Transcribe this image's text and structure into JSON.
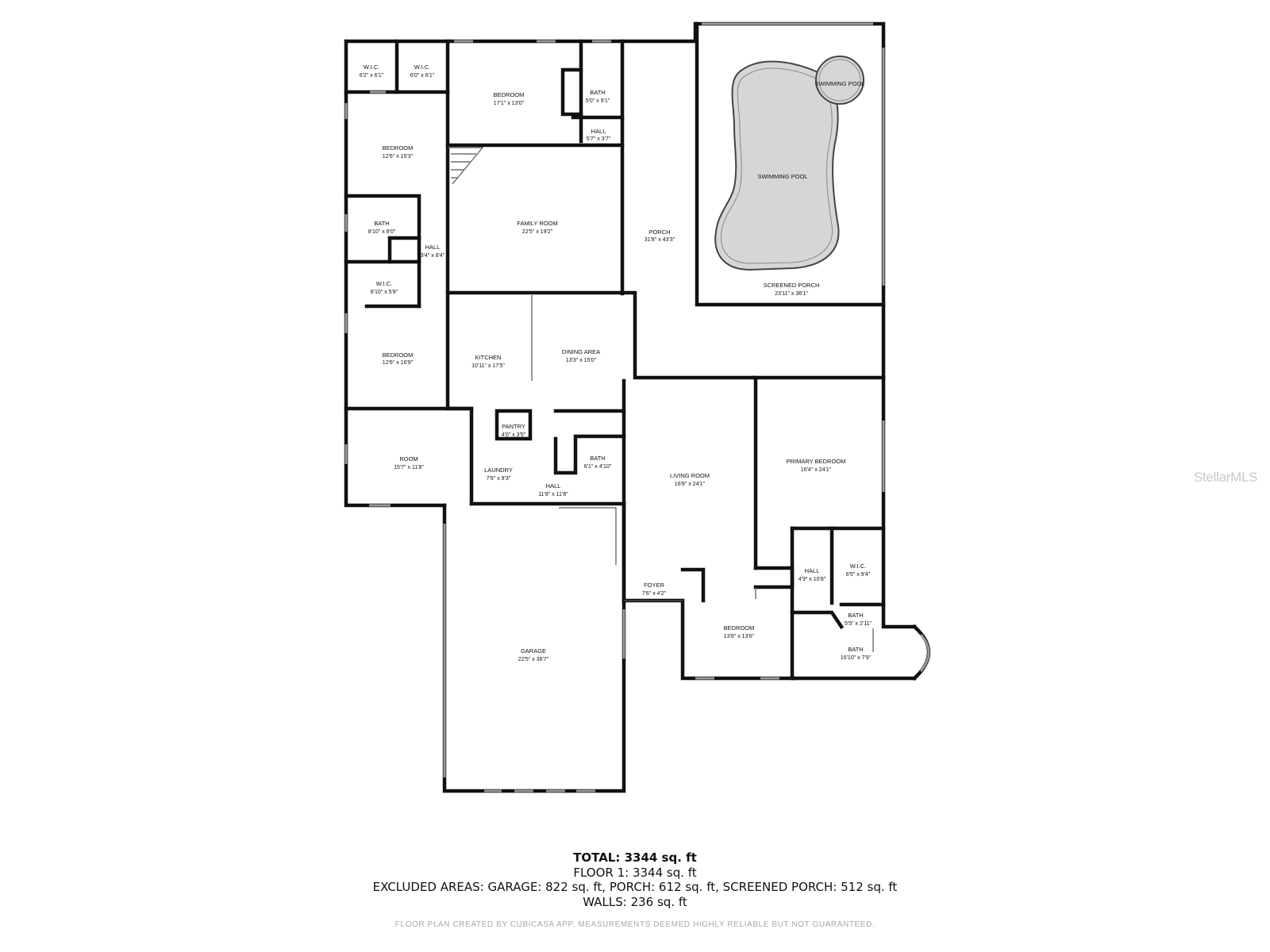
{
  "rooms": {
    "wic_1": {
      "name": "W.I.C.",
      "dims": "6'2\" x 6'1\""
    },
    "wic_2": {
      "name": "W.I.C.",
      "dims": "6'0\" x 6'1\""
    },
    "bedroom_top": {
      "name": "BEDROOM",
      "dims": "17'1\" x 13'0\""
    },
    "bath_top": {
      "name": "BATH",
      "dims": "5'0\" x 9'1\""
    },
    "hall_top": {
      "name": "HALL",
      "dims": "5'7\" x 3'7\""
    },
    "bedroom_west_upper": {
      "name": "BEDROOM",
      "dims": "12'6\" x 15'3\""
    },
    "family_room": {
      "name": "FAMILY ROOM",
      "dims": "22'5\" x 19'2\""
    },
    "bath_west": {
      "name": "BATH",
      "dims": "8'10\" x 8'0\""
    },
    "hall_west": {
      "name": "HALL",
      "dims": "3'4\" x 8'4\""
    },
    "wic_3": {
      "name": "W.I.C.",
      "dims": "8'10\" x 5'8\""
    },
    "bedroom_west_lower": {
      "name": "BEDROOM",
      "dims": "12'6\" x 16'9\""
    },
    "kitchen": {
      "name": "KITCHEN",
      "dims": "10'11\" x 17'5\""
    },
    "dining_area": {
      "name": "DINING AREA",
      "dims": "13'3\" x 15'0\""
    },
    "porch": {
      "name": "PORCH",
      "dims": "31'8\" x 43'3\""
    },
    "swimming_pool_main": {
      "name": "SWIMMING POOL",
      "dims": ""
    },
    "swimming_pool_spa": {
      "name": "SWIMMING POOL",
      "dims": ""
    },
    "screened_porch": {
      "name": "SCREENED PORCH",
      "dims": "23'11\" x 36'1\""
    },
    "room": {
      "name": "ROOM",
      "dims": "15'7\" x 11'8\""
    },
    "pantry": {
      "name": "PANTRY",
      "dims": "4'0\" x 3'5\""
    },
    "laundry": {
      "name": "LAUNDRY",
      "dims": "7'6\" x 9'3\""
    },
    "bath_center": {
      "name": "BATH",
      "dims": "6'1\" x 4'10\""
    },
    "hall_center": {
      "name": "HALL",
      "dims": "11'8\" x 11'8\""
    },
    "living_room": {
      "name": "LIVING ROOM",
      "dims": "16'8\" x 24'1\""
    },
    "primary_bedroom": {
      "name": "PRIMARY BEDROOM",
      "dims": "16'4\" x 24'1\""
    },
    "hall_east": {
      "name": "HALL",
      "dims": "4'9\" x 10'8\""
    },
    "wic_4": {
      "name": "W.I.C.",
      "dims": "6'5\" x 9'4\""
    },
    "foyer": {
      "name": "FOYER",
      "dims": "7'6\" x 4'2\""
    },
    "bath_small_east": {
      "name": "BATH",
      "dims": "5'5\" x 2'11\""
    },
    "bedroom_south": {
      "name": "BEDROOM",
      "dims": "13'8\" x 13'6\""
    },
    "bath_primary": {
      "name": "BATH",
      "dims": "16'10\" x 7'9\""
    },
    "garage": {
      "name": "GARAGE",
      "dims": "22'5\" x 36'7\""
    }
  },
  "summary": {
    "total": "TOTAL: 3344 sq. ft",
    "floor1": "FLOOR 1: 3344 sq. ft",
    "excluded": "EXCLUDED AREAS: GARAGE: 822 sq. ft, PORCH: 612 sq. ft, SCREENED PORCH: 512 sq. ft",
    "walls": "WALLS: 236 sq. ft"
  },
  "credit": "FLOOR PLAN CREATED BY CUBICASA APP. MEASUREMENTS DEEMED HIGHLY RELIABLE BUT NOT GUARANTEED.",
  "watermark": "StellarMLS",
  "colors": {
    "wall": "#111111",
    "pool": "#d6d6d6",
    "window": "#9a9a9a",
    "watermark": "#c9c9c9"
  }
}
